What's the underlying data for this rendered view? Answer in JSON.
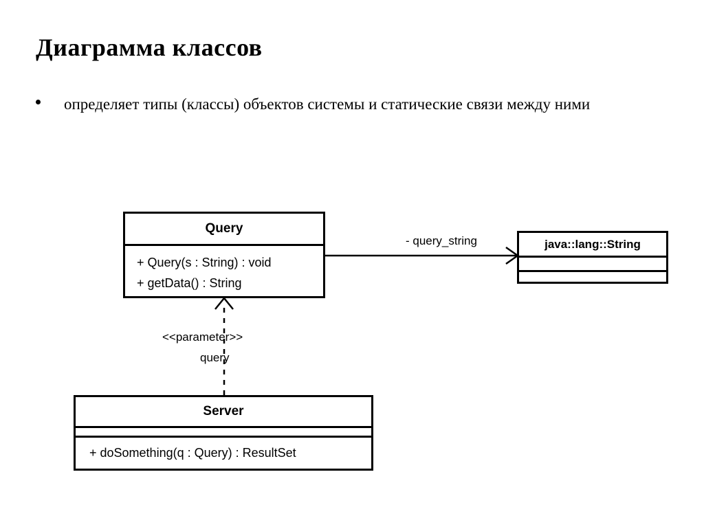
{
  "slide": {
    "title": "Диаграмма классов",
    "bullets": [
      "определяет типы (классы) объектов системы и статические связи между ними"
    ]
  },
  "diagram": {
    "type": "uml-class-diagram",
    "classes": [
      {
        "id": "query",
        "name": "Query",
        "attributes": [],
        "operations": [
          "+ Query(s : String) : void",
          "+ getData() : String"
        ],
        "compartments": 2
      },
      {
        "id": "string",
        "name": "java::lang::String",
        "attributes": [],
        "operations": [],
        "compartments": 3
      },
      {
        "id": "server",
        "name": "Server",
        "attributes": [],
        "operations": [
          "+ doSomething(q : Query) : ResultSet"
        ],
        "compartments": 3
      }
    ],
    "relationships": [
      {
        "id": "assoc-query-string",
        "kind": "association",
        "from": "query",
        "to": "string",
        "line": "solid",
        "arrow": "open",
        "label": "- query_string"
      },
      {
        "id": "dep-server-query",
        "kind": "dependency",
        "from": "server",
        "to": "query",
        "line": "dashed",
        "arrow": "open",
        "stereotype": "<<parameter>>",
        "role": "query"
      }
    ]
  },
  "colors": {
    "background": "#ffffff",
    "stroke": "#000000",
    "text": "#000000"
  }
}
